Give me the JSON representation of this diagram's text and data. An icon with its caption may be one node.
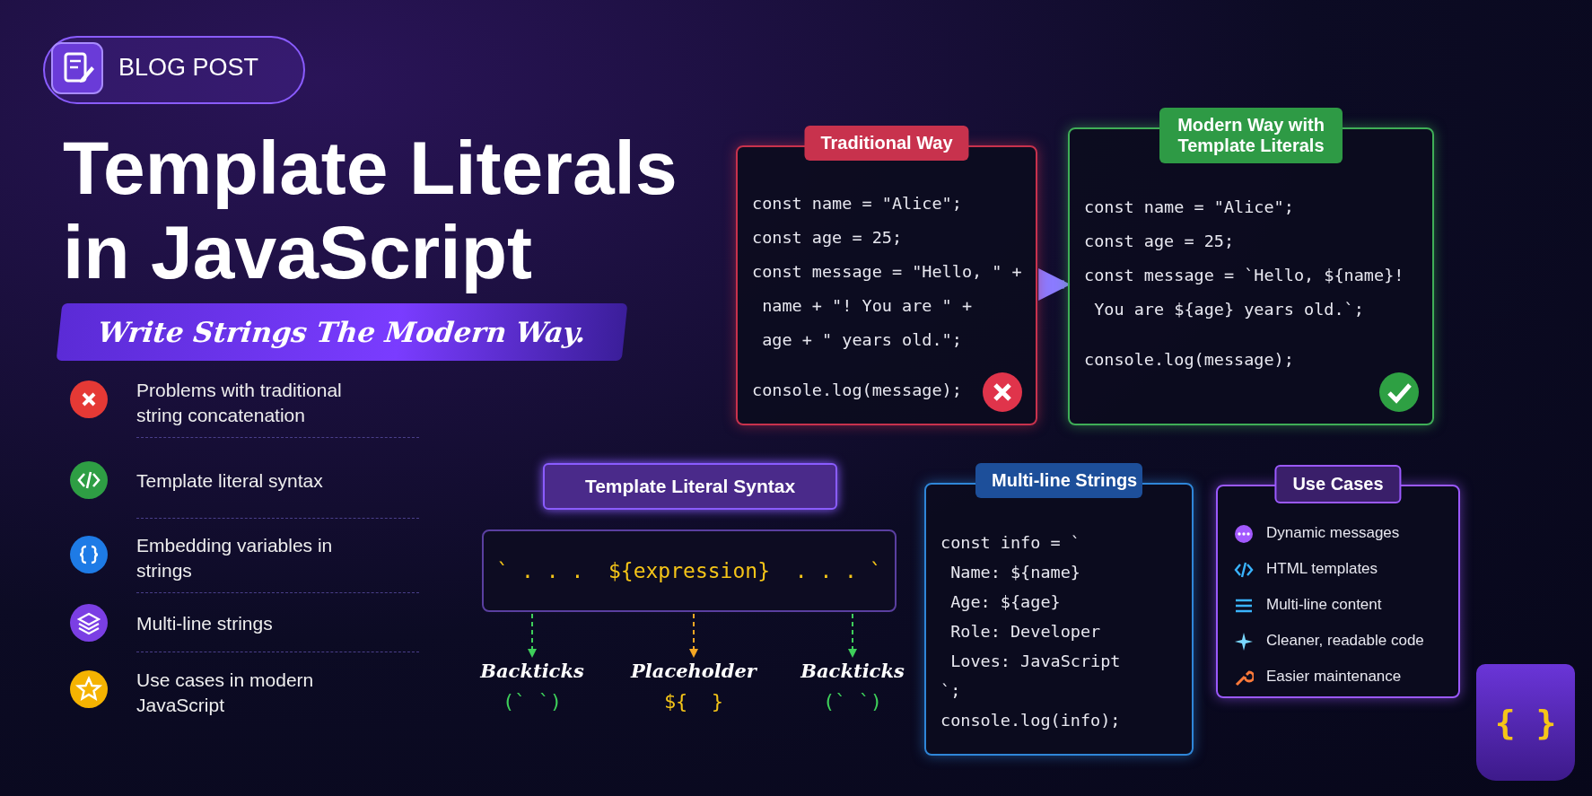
{
  "diagram": {
    "title": "Template Literals in JavaScript",
    "nodes": [
      {
        "text": [
          "BLOG POST"
        ]
      },
      {
        "text": [
          "Traditional Way",
          "const name = \"Alice\";",
          "const age = 25;",
          "const message = \"Hello, \" +",
          " name + \"! You are \" +",
          " age + \" years old.\";",
          "console.log(message);"
        ]
      },
      {
        "text": [
          "Modern Way with Template Literals",
          "const name = \"Alice\";",
          "const age = 25;",
          "const message = `Hello, ${name}!",
          " You are ${age} years old.`;",
          "console.log(message);"
        ]
      },
      {
        "text": [
          "Template Literal Syntax"
        ]
      },
      {
        "text": [
          "` . . .  ${expression}  . . . `"
        ]
      },
      {
        "text": [
          "Backticks",
          "(` `)"
        ]
      },
      {
        "text": [
          "Placeholder",
          "${  }"
        ]
      },
      {
        "text": [
          "Backticks",
          "(` `)"
        ]
      },
      {
        "text": [
          "Multi-line Strings",
          "const info = `",
          " Name: ${name}",
          " Age: ${age}",
          " Role: Developer",
          " Loves: JavaScript",
          "`;",
          "console.log(info);"
        ]
      },
      {
        "text": [
          "Use Cases",
          "Dynamic messages",
          "HTML templates",
          "Multi-line content",
          "Cleaner, readable code",
          "Easier maintenance"
        ]
      }
    ],
    "edges": [
      {
        "from": 1,
        "to": 2,
        "arrow": "to",
        "style": "thick",
        "color": "#8b7bff"
      },
      {
        "from": 4,
        "to": 5,
        "arrow": "to",
        "style": "dashed",
        "color": "#3ecf5a"
      },
      {
        "from": 4,
        "to": 6,
        "arrow": "to",
        "style": "dashed",
        "color": "#f5a623"
      },
      {
        "from": 4,
        "to": 7,
        "arrow": "to",
        "style": "dashed",
        "color": "#3ecf5a"
      }
    ],
    "labels": [
      "Write Strings The Modern Way.",
      "Problems with traditional string concatenation",
      "Template literal syntax",
      "Embedding variables in strings",
      "Multi-line strings",
      "Use cases in modern JavaScript",
      "{ }"
    ]
  }
}
